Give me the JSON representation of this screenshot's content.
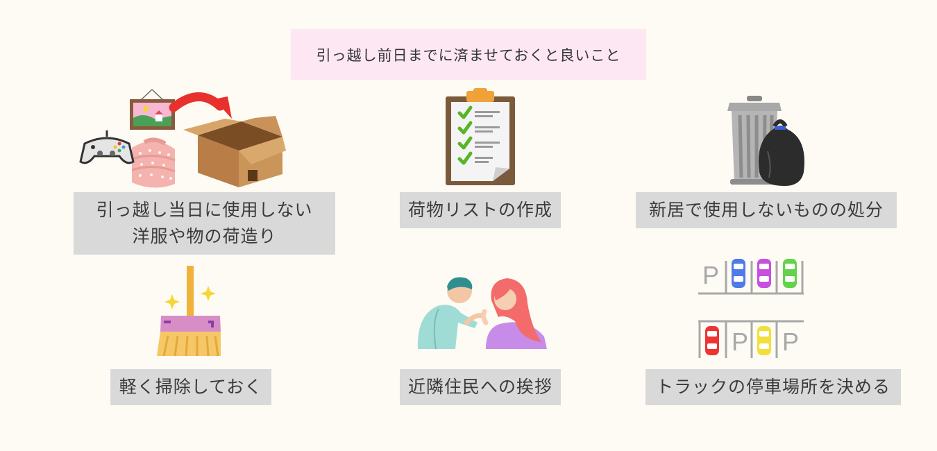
{
  "title": "引っ越し前日までに済ませておくと良いこと",
  "items": [
    {
      "lines": [
        "引っ越し当日に使用しない",
        "洋服や物の荷造り"
      ]
    },
    {
      "lines": [
        "荷物リストの作成"
      ]
    },
    {
      "lines": [
        "新居で使用しないものの処分"
      ]
    },
    {
      "lines": [
        "軽く掃除しておく"
      ]
    },
    {
      "lines": [
        "近隣住民への挨拶"
      ]
    },
    {
      "lines": [
        "トラックの停車場所を決める"
      ]
    }
  ],
  "parking": {
    "letter": "P"
  },
  "colors": {
    "background": "#fdfbf3",
    "title_bg": "#fde7f3",
    "label_bg": "#d9d9d9",
    "arrow": "#e8302c",
    "box": "#c08a54",
    "check": "#58b528",
    "broom_head": "#d78ec7",
    "broom_bristles": "#f6c766",
    "car_blue": "#4f7be8",
    "car_purple": "#c64fe0",
    "car_green": "#64d24a",
    "car_red": "#ee3333",
    "car_yellow": "#f3df3a"
  }
}
